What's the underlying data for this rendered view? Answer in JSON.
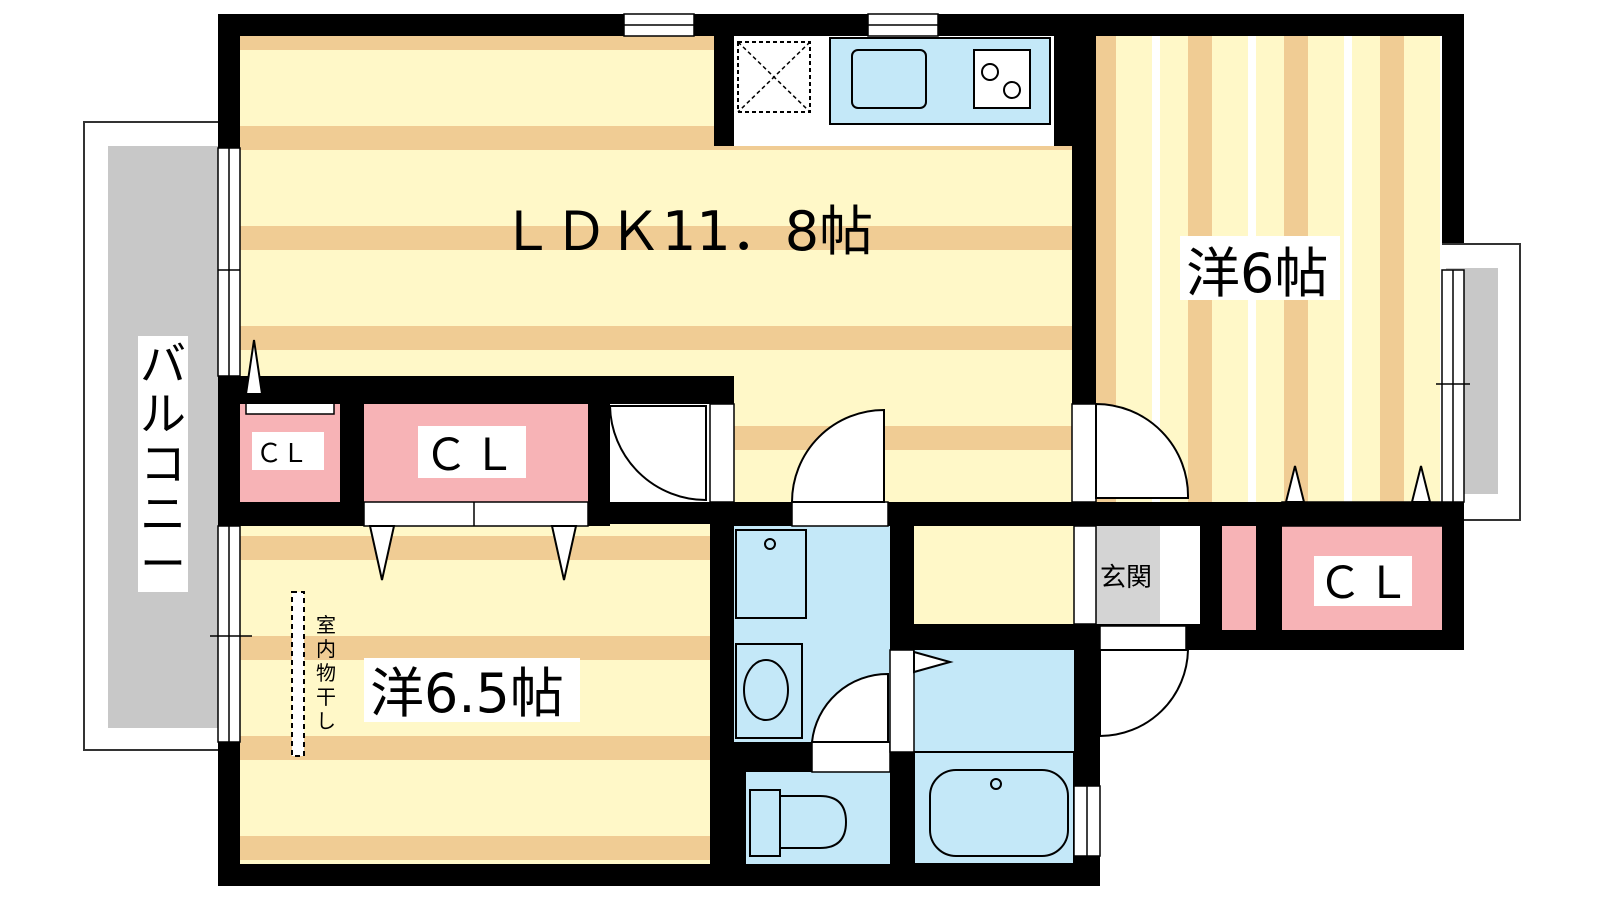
{
  "rooms": {
    "ldk": "ＬＤＫ11．8帖",
    "western_east": "洋6帖",
    "western_south": "洋6.5帖"
  },
  "closets": {
    "cl_small": "ＣＬ",
    "cl_middle": "ＣＬ",
    "cl_east": "ＣＬ"
  },
  "balcony": [
    "バ",
    "ル",
    "コ",
    "ニ",
    "ー"
  ],
  "entrance": "玄関",
  "indoor_drying": [
    "室",
    "内",
    "物",
    "干",
    "し"
  ],
  "colors": {
    "floor_light": "#fff8c8",
    "floor_stripe": "#f0cc94",
    "wet_area": "#c4e8f8",
    "closet": "#f7b3b6",
    "balcony": "#c8c8c8",
    "entrance": "#d4d4d4",
    "wall": "#000000"
  }
}
